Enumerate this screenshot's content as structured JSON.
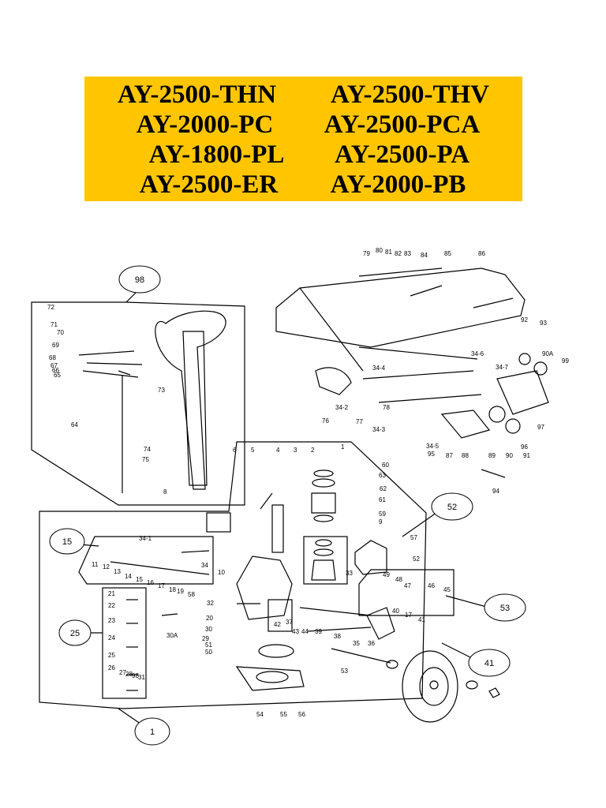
{
  "banner": {
    "bg_color": "#ffc600",
    "rows": [
      [
        "AY-2500-THN",
        "AY-2500-THV"
      ],
      [
        "AY-2000-PC",
        "AY-2500-PCA"
      ],
      [
        "AY-1800-PL",
        "AY-2500-PA"
      ],
      [
        "AY-2500-ER",
        "AY-2000-PB"
      ]
    ]
  },
  "callouts": [
    "98",
    "15",
    "25",
    "1",
    "52",
    "53",
    "41"
  ],
  "part_labels": [
    "79",
    "80",
    "81",
    "82",
    "83",
    "84",
    "85",
    "86",
    "92",
    "93",
    "90A",
    "99",
    "34-6",
    "34-4",
    "34-7",
    "34-2",
    "34-3",
    "34-5",
    "76",
    "77",
    "78",
    "95",
    "87",
    "88",
    "89",
    "90",
    "91",
    "96",
    "97",
    "94",
    "72",
    "71",
    "70",
    "69",
    "68",
    "67",
    "66",
    "65",
    "73",
    "64",
    "74",
    "75",
    "8",
    "6",
    "5",
    "4",
    "3",
    "2",
    "1",
    "60",
    "63",
    "62",
    "61",
    "59",
    "9",
    "34-1",
    "34",
    "10",
    "11",
    "12",
    "13",
    "14",
    "15",
    "16",
    "17",
    "18",
    "19",
    "58",
    "57",
    "52",
    "33",
    "32",
    "20",
    "21",
    "22",
    "23",
    "24",
    "25",
    "26",
    "27",
    "28",
    "98",
    "31",
    "30A",
    "30",
    "29",
    "51",
    "50",
    "49",
    "48",
    "47",
    "46",
    "45",
    "40",
    "17",
    "41",
    "42",
    "43",
    "44",
    "39",
    "38",
    "35",
    "36",
    "37",
    "53",
    "54",
    "55",
    "56"
  ]
}
